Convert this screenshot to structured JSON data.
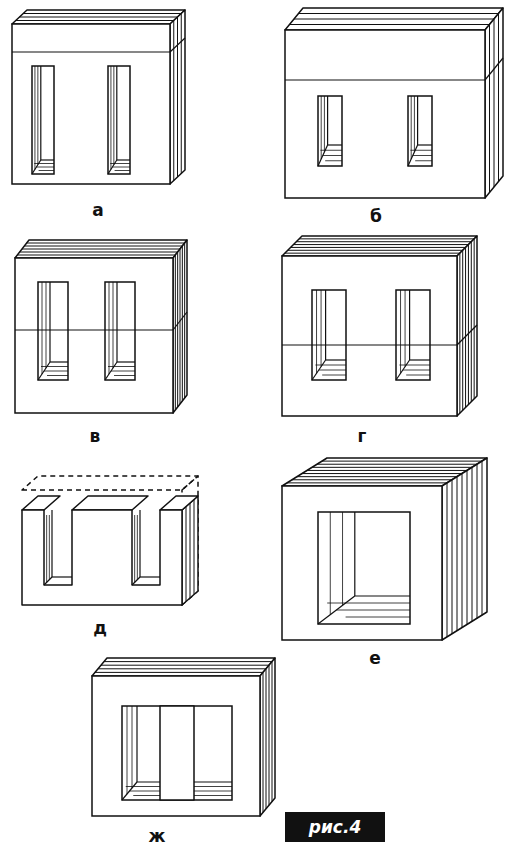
{
  "diagram": {
    "nodes": [
      {
        "text": [
          "рис.4"
        ]
      }
    ],
    "labels": [
      "а",
      "б",
      "в",
      "г",
      "д",
      "е",
      "ж"
    ]
  }
}
